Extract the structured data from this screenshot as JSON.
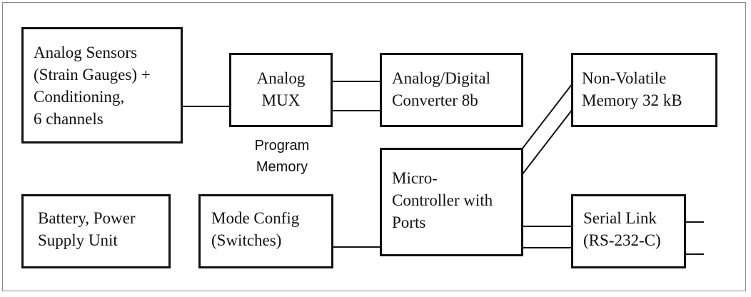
{
  "blocks": {
    "analog_sensors": [
      "Analog Sensors",
      "(Strain Gauges) +",
      "Conditioning,",
      "6 channels"
    ],
    "analog_mux": [
      "Analog",
      "MUX"
    ],
    "adc": [
      "Analog/Digital",
      "Converter 8b"
    ],
    "nv_memory": [
      "Non-Volatile",
      "Memory 32 kB"
    ],
    "battery": [
      "Battery, Power",
      "Supply Unit"
    ],
    "mode_config": [
      "Mode Config",
      "(Switches)"
    ],
    "microcontroller": [
      "Micro-",
      "Controller with",
      "Ports"
    ],
    "serial_link": [
      "Serial Link",
      "(RS-232-C)"
    ]
  },
  "labels": {
    "program_memory": [
      "Program",
      "Memory"
    ]
  },
  "colors": {
    "line": "#111111",
    "frame": "#8a8a8a",
    "background": "#ffffff"
  }
}
